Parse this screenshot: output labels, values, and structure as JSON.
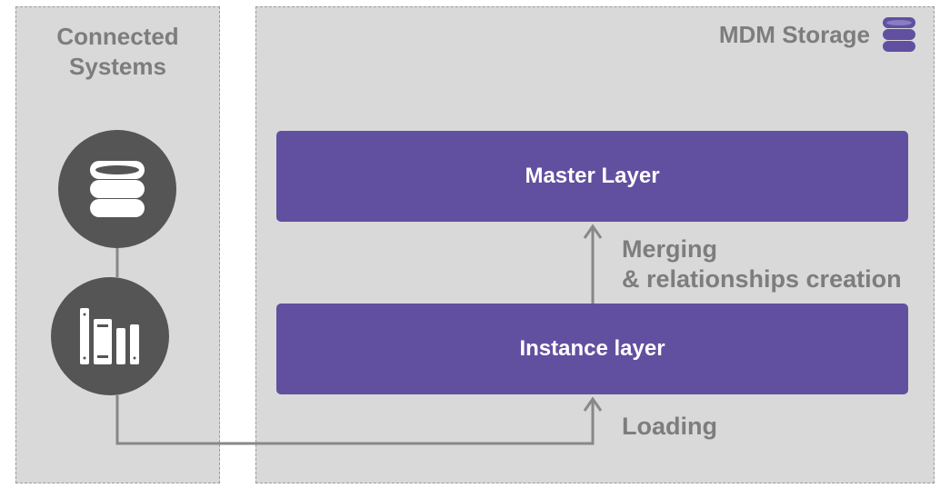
{
  "connected_systems": {
    "title_line1": "Connected",
    "title_line2": "Systems",
    "nodes": [
      {
        "icon": "database-icon"
      },
      {
        "icon": "books-icon"
      }
    ]
  },
  "mdm_storage": {
    "title": "MDM Storage",
    "icon": "database-icon",
    "master_layer_label": "Master Layer",
    "instance_layer_label": "Instance layer",
    "merging_line1": "Merging",
    "merging_line2": "& relationships creation",
    "loading_label": "Loading"
  },
  "colors": {
    "panel_bg": "#d9d9d9",
    "layer_fill": "#6150a0",
    "node_fill": "#555555",
    "label_gray": "#7d7d7d",
    "connector": "#888888"
  }
}
